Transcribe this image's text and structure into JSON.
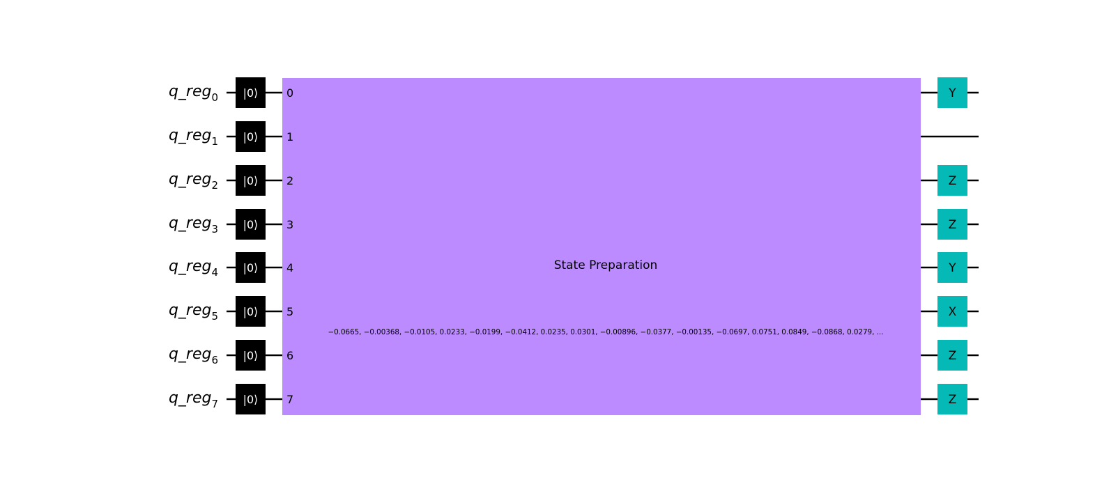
{
  "circuit": {
    "register_name": "q_reg",
    "qubits": [
      {
        "label": "q_reg",
        "index": "0",
        "init": "|0⟩",
        "port": "0",
        "gate": "Y"
      },
      {
        "label": "q_reg",
        "index": "1",
        "init": "|0⟩",
        "port": "1",
        "gate": ""
      },
      {
        "label": "q_reg",
        "index": "2",
        "init": "|0⟩",
        "port": "2",
        "gate": "Z"
      },
      {
        "label": "q_reg",
        "index": "3",
        "init": "|0⟩",
        "port": "3",
        "gate": "Z"
      },
      {
        "label": "q_reg",
        "index": "4",
        "init": "|0⟩",
        "port": "4",
        "gate": "Y"
      },
      {
        "label": "q_reg",
        "index": "5",
        "init": "|0⟩",
        "port": "5",
        "gate": "X"
      },
      {
        "label": "q_reg",
        "index": "6",
        "init": "|0⟩",
        "port": "6",
        "gate": "Z"
      },
      {
        "label": "q_reg",
        "index": "7",
        "init": "|0⟩",
        "port": "7",
        "gate": "Z"
      }
    ],
    "state_preparation": {
      "title": "State Preparation",
      "params": "−0.0665, −0.00368, −0.0105, 0.0233, −0.0199, −0.0412, 0.0235, 0.0301, −0.00896, −0.0377, −0.00135, −0.0697, 0.0751, 0.0849, −0.0868, 0.0279, ..."
    },
    "colors": {
      "init_gate": "#000000",
      "state_prep_block": "#bb8bff",
      "pauli_gate": "#05bab6",
      "wire": "#000000"
    }
  }
}
